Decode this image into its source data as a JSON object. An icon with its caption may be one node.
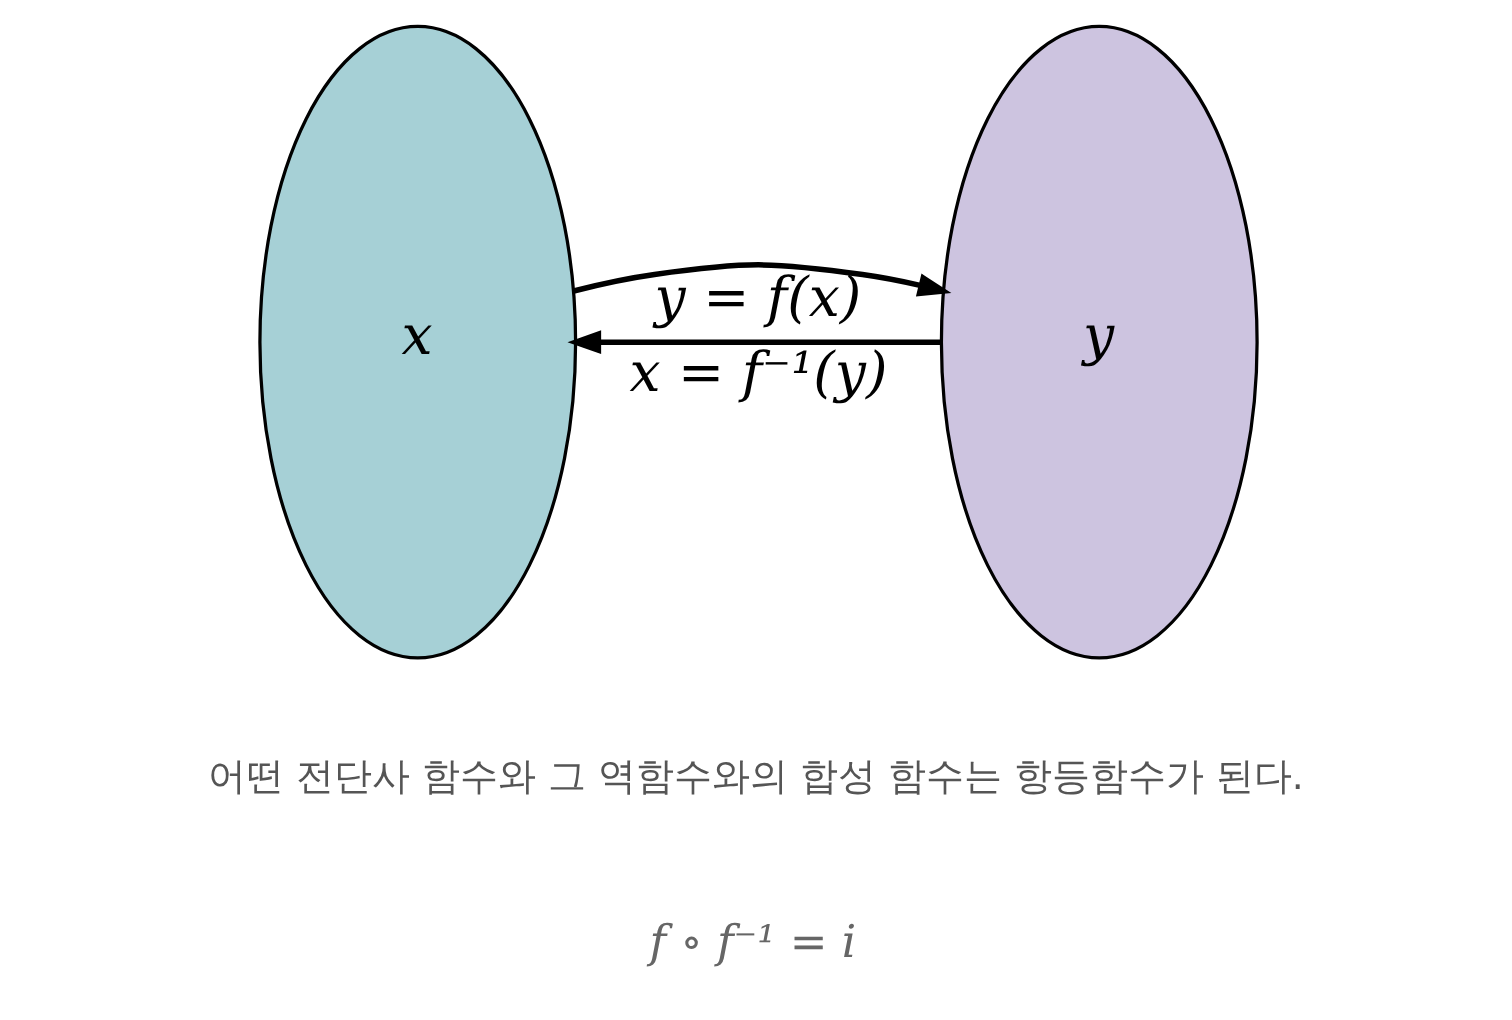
{
  "diagram": {
    "nodes": [
      {
        "text": [
          "x"
        ]
      },
      {
        "text": [
          "y"
        ]
      }
    ],
    "edges": [
      {
        "from": 0,
        "to": 1,
        "arrow": "to",
        "label": "y = f(x)"
      },
      {
        "from": 1,
        "to": 0,
        "arrow": "to",
        "label": "x = f⁻¹(y)"
      }
    ],
    "labels": [
      "어떤 전단사 함수와 그 역함수와의 합성 함수는 항등함수가 된다.",
      "f ∘ f⁻¹ = i"
    ]
  }
}
